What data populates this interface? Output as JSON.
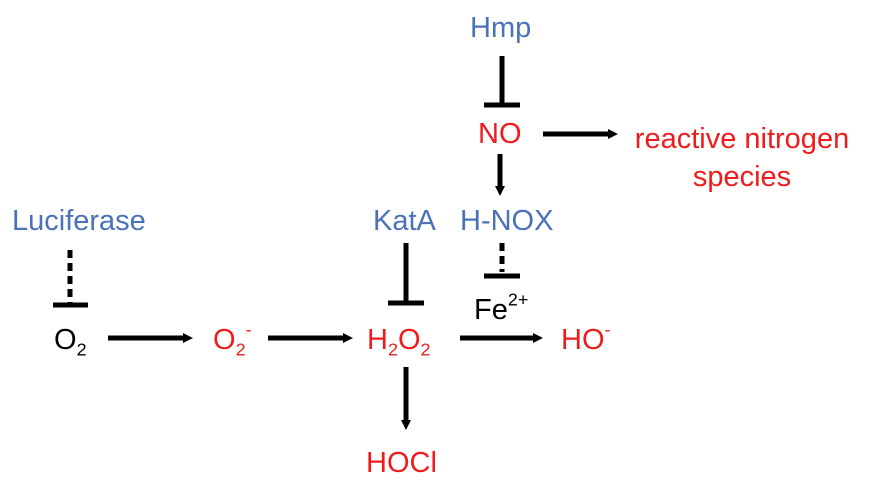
{
  "nodes": {
    "hmp": "Hmp",
    "no": "NO",
    "rns": [
      "reactive nitrogen",
      "species"
    ],
    "luciferase": "Luciferase",
    "kata": "KatA",
    "hnox": "H-NOX",
    "o2": {
      "base": "O",
      "sub": "2"
    },
    "superoxide": {
      "base": "O",
      "sub": "2",
      "sup": "-"
    },
    "h2o2": {
      "p1": "H",
      "s1": "2",
      "p2": "O",
      "s2": "2"
    },
    "fe": {
      "base": "Fe",
      "sup": "2+"
    },
    "hydroxyl": {
      "base": "HO",
      "sup": "-"
    },
    "hocl": "HOCl"
  },
  "colors": {
    "enzyme": "#4a72b8",
    "reactive": "#ee1c1c",
    "neutral": "#000000"
  }
}
